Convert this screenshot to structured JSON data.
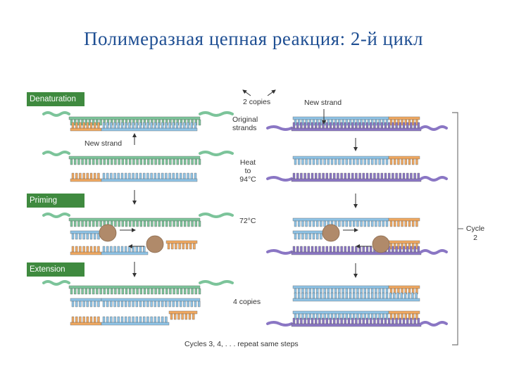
{
  "title": "Полимеразная цепная реакция: 2-й цикл",
  "stages": {
    "denaturation": "Denaturation",
    "priming": "Priming",
    "extension": "Extension"
  },
  "labels": {
    "two_copies": "2 copies",
    "new_strand_top": "New strand",
    "original_strands_line1": "Original",
    "original_strands_line2": "strands",
    "new_strand_left": "New strand",
    "heat_line1": "Heat",
    "heat_line2": "to",
    "heat_line3": "94°C",
    "temp_72": "72°C",
    "four_copies": "4 copies",
    "cycle_line1": "Cycle",
    "cycle_line2": "2",
    "footer": "Cycles 3, 4, . . . repeat same steps"
  },
  "colors": {
    "title": "#1f4f93",
    "stage_box": "#3f8a3f",
    "green_strand": "#7cc49a",
    "blue_strand": "#8ec3e6",
    "orange_primer": "#f0a860",
    "purple_original": "#8a76c4",
    "polymerase": "#b08a6a"
  }
}
